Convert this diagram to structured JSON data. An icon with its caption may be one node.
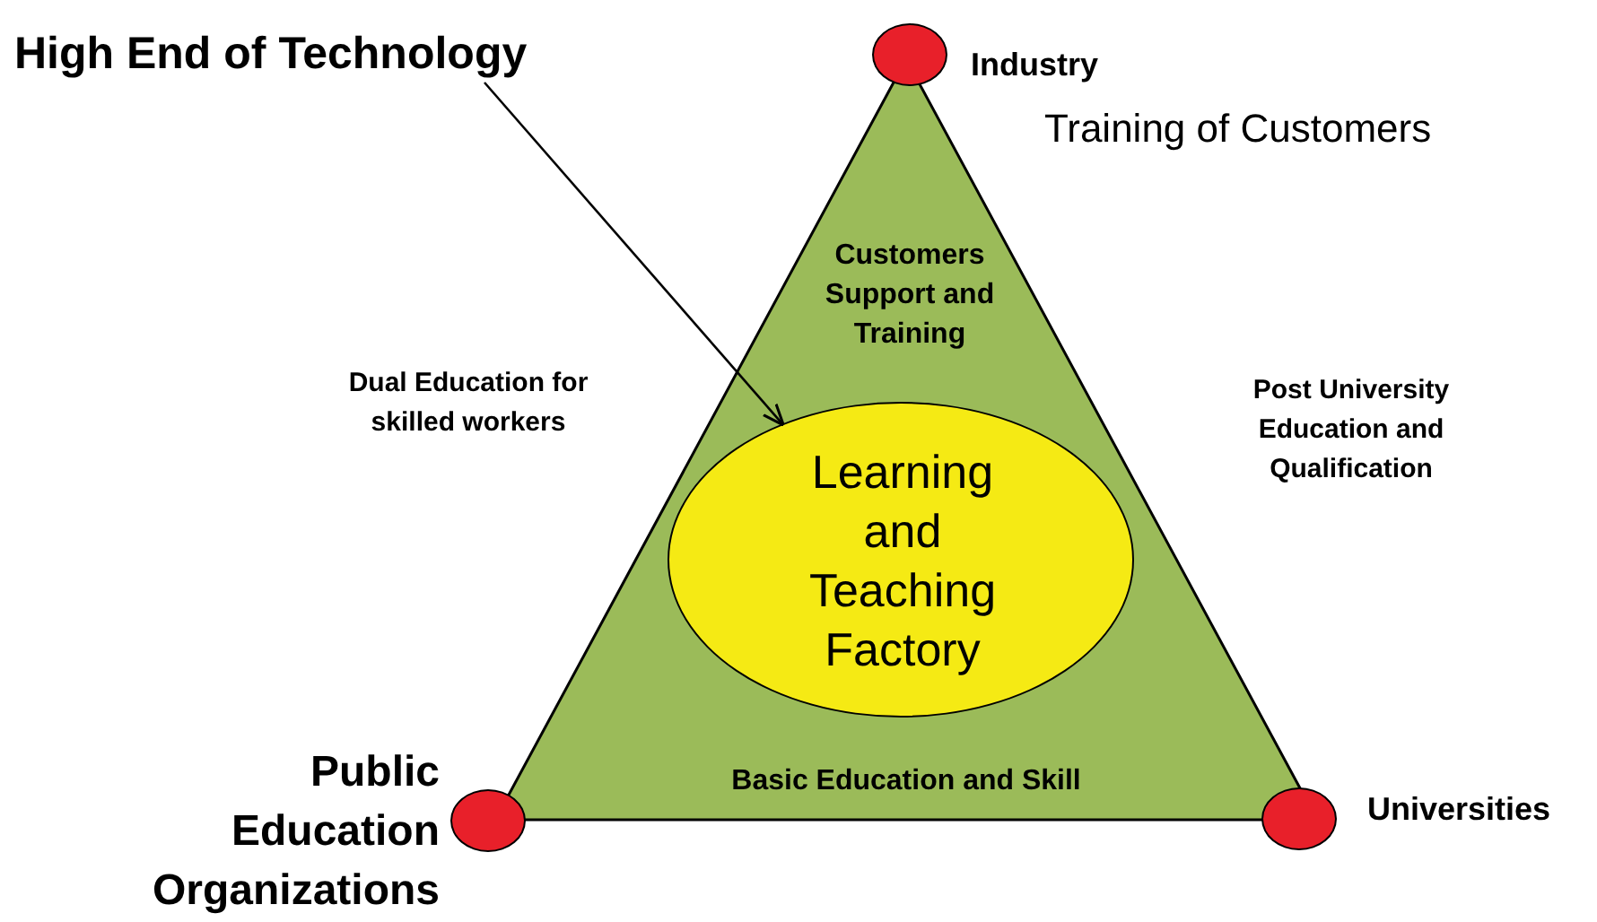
{
  "diagram": {
    "nodes": [
      {
        "text": [
          "Customers Support and Training",
          "Basic Education and Skill"
        ]
      },
      {
        "text": [
          "Learning and Teaching Factory"
        ],
        "in": 0
      },
      {
        "text": [],
        "shape": "circle",
        "beside": [
          "Industry"
        ]
      },
      {
        "text": [],
        "shape": "circle",
        "beside": [
          "Public Education Organizations"
        ]
      },
      {
        "text": [],
        "shape": "circle",
        "beside": [
          "Universities"
        ]
      },
      {
        "text": [
          "High End of Technology"
        ]
      }
    ],
    "edges": [
      {
        "from": 5,
        "to": 1,
        "arrow": "to"
      }
    ],
    "labels": [
      "Training of Customers",
      "Dual Education for skilled workers",
      "Post University Education and Qualification"
    ]
  }
}
